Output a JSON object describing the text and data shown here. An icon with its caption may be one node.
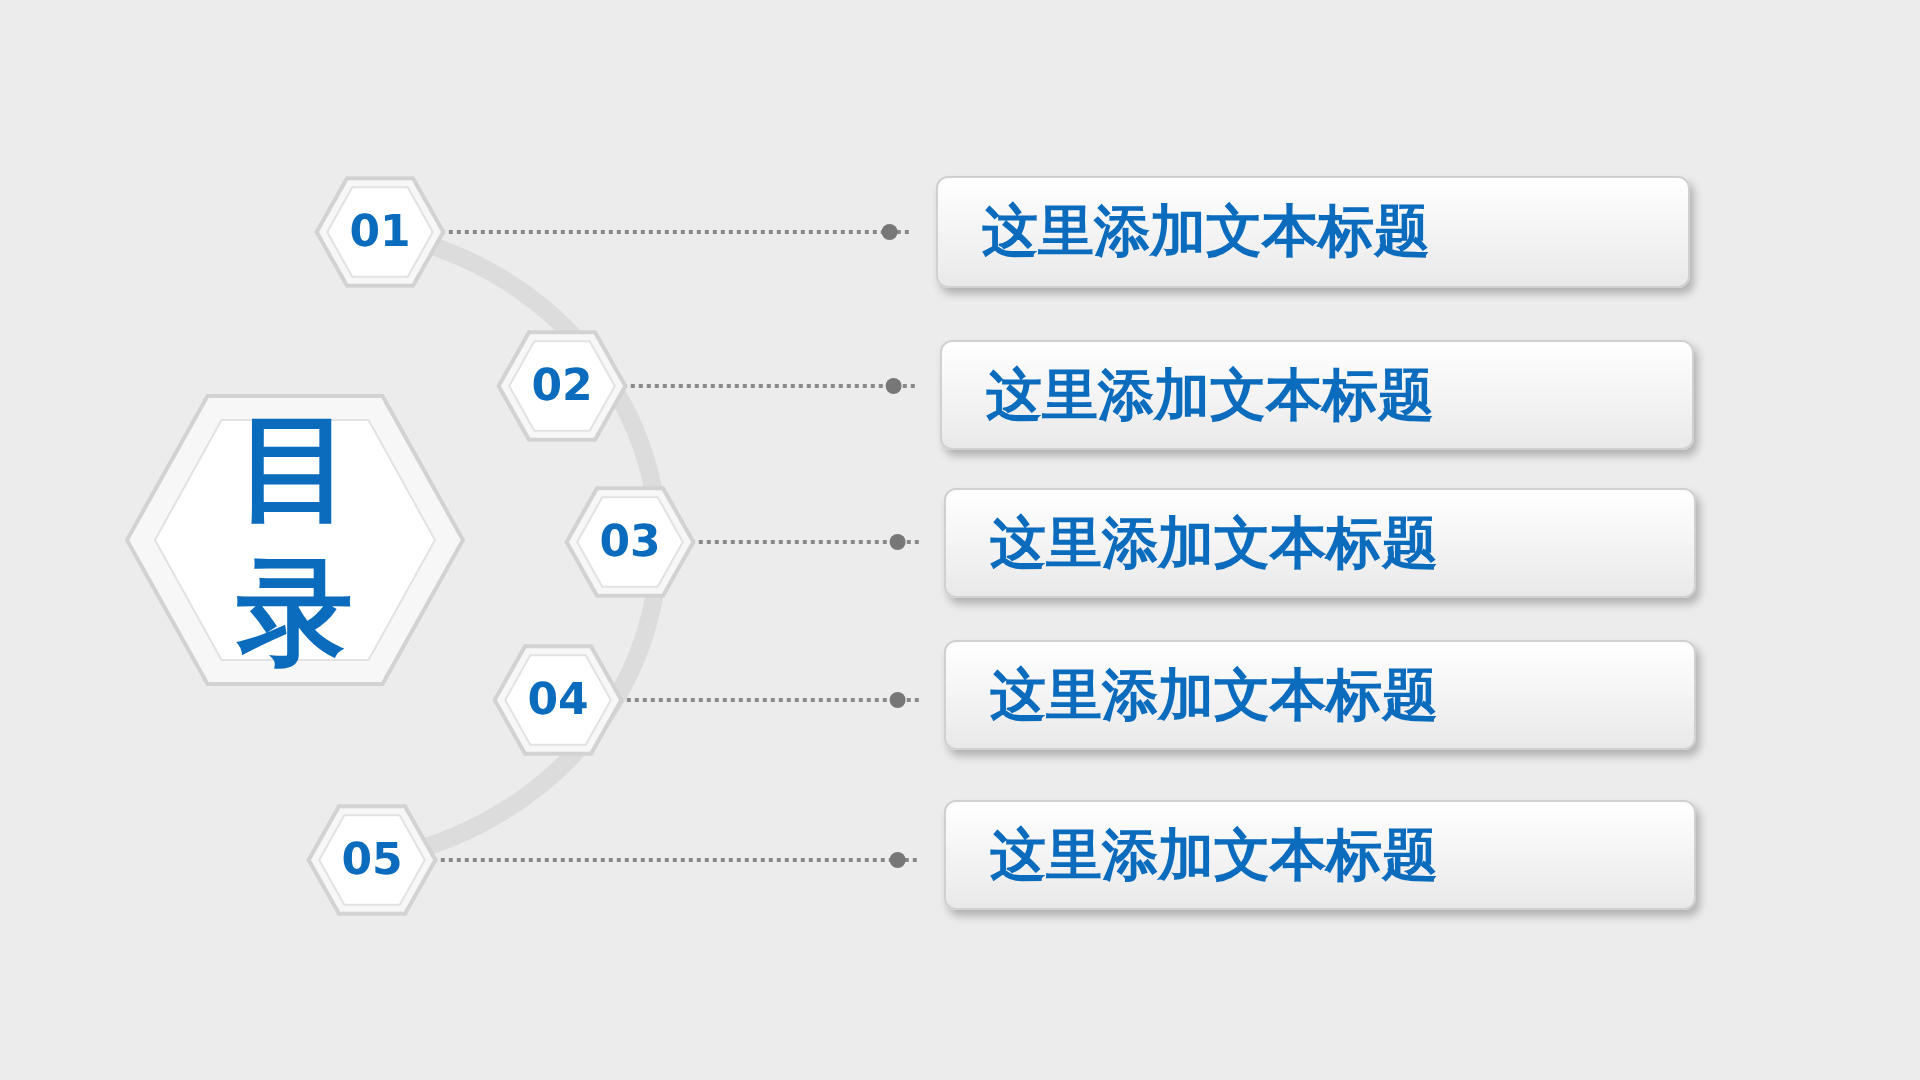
{
  "diagram": {
    "nodes": [
      {
        "text": [
          "目录"
        ]
      },
      {
        "text": [
          "01"
        ]
      },
      {
        "text": [
          "02"
        ]
      },
      {
        "text": [
          "03"
        ]
      },
      {
        "text": [
          "04"
        ]
      },
      {
        "text": [
          "05"
        ]
      },
      {
        "text": [
          "这里添加文本标题"
        ]
      },
      {
        "text": [
          "这里添加文本标题"
        ]
      },
      {
        "text": [
          "这里添加文本标题"
        ]
      },
      {
        "text": [
          "这里添加文本标题"
        ]
      },
      {
        "text": [
          "这里添加文本标题"
        ]
      }
    ],
    "edges": [
      {
        "from": 1,
        "to": 6,
        "arrow": "other",
        "style": "dashed"
      },
      {
        "from": 2,
        "to": 7,
        "arrow": "other",
        "style": "dashed"
      },
      {
        "from": 3,
        "to": 8,
        "arrow": "other",
        "style": "dashed"
      },
      {
        "from": 4,
        "to": 9,
        "arrow": "other",
        "style": "dashed"
      },
      {
        "from": 5,
        "to": 10,
        "arrow": "other",
        "style": "dashed"
      }
    ]
  }
}
